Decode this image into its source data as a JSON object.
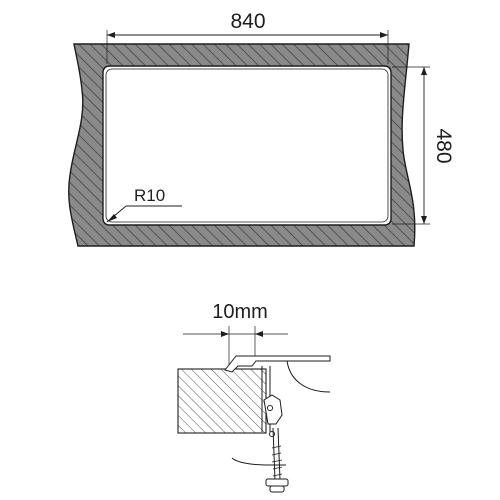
{
  "top_view": {
    "width_label": "840",
    "height_label": "480",
    "radius_label": "R10"
  },
  "detail_view": {
    "gap_label": "10mm"
  },
  "colors": {
    "ink": "#1e1e1e",
    "hatch_fill": "#8a8a8a",
    "background": "#ffffff"
  }
}
